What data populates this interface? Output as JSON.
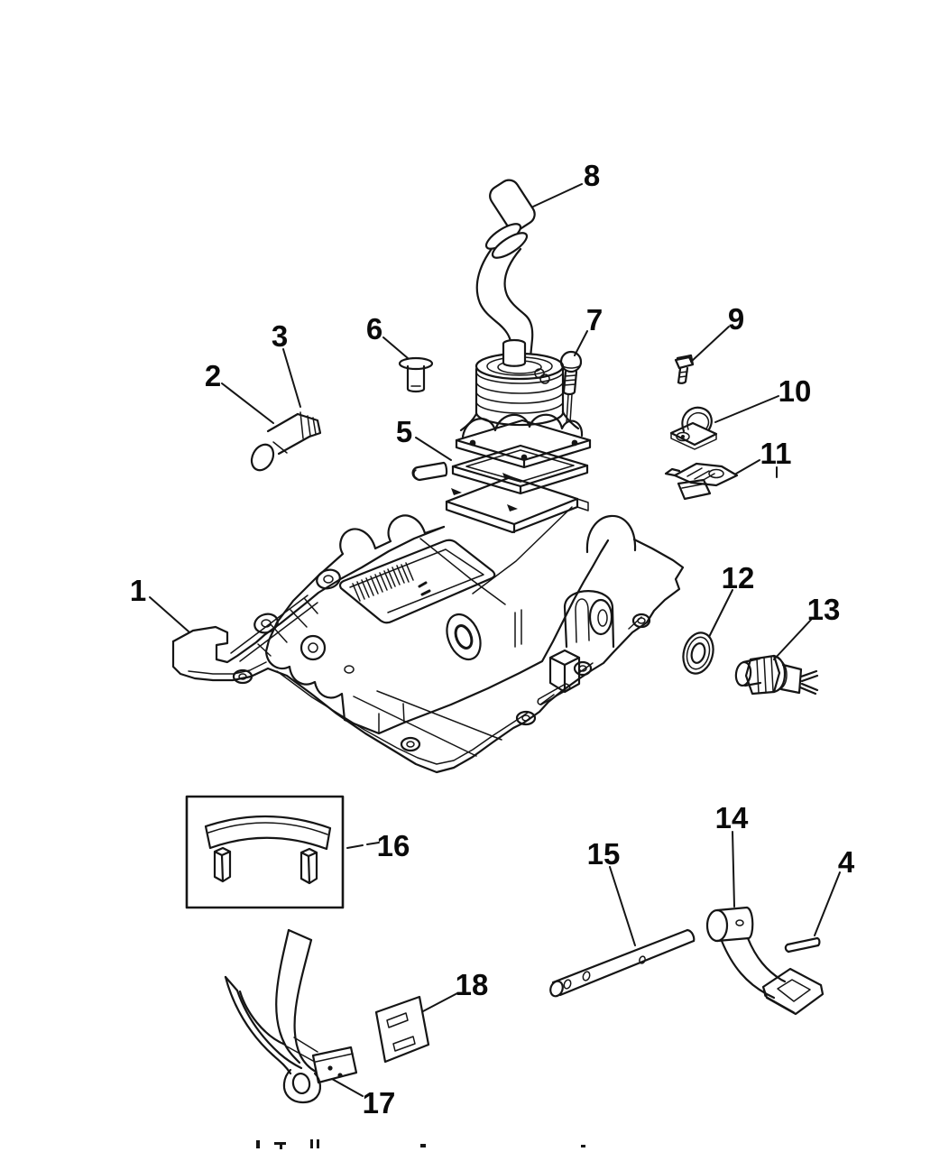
{
  "diagram": {
    "kind": "exploded-parts-line-drawing",
    "background_color": "#ffffff",
    "line_color": "#151515",
    "callout_count": 18
  },
  "callouts": {
    "c1": "1",
    "c2": "2",
    "c3": "3",
    "c4": "4",
    "c5": "5",
    "c6": "6",
    "c7": "7",
    "c8": "8",
    "c9": "9",
    "c10": "10",
    "c11": "11",
    "c12": "12",
    "c13": "13",
    "c14": "14",
    "c15": "15",
    "c16": "16",
    "c17": "17",
    "c18": "18"
  }
}
